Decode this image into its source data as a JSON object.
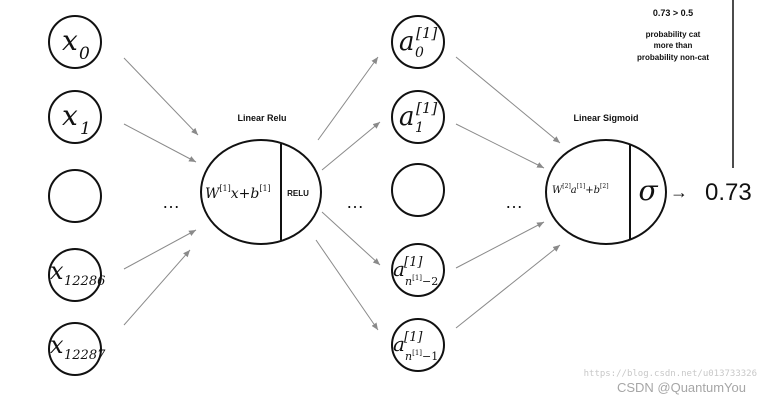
{
  "input_layer": {
    "x0": {
      "base": "x",
      "sub": "0"
    },
    "x1": {
      "base": "x",
      "sub": "1"
    },
    "x12286": {
      "base": "x",
      "sub": "12286"
    },
    "x12287": {
      "base": "x",
      "sub": "12287"
    }
  },
  "hidden_layer": {
    "a0": {
      "base": "a",
      "sup": "[1]",
      "sub": "0"
    },
    "a1": {
      "base": "a",
      "sup": "[1]",
      "sub": "1"
    },
    "an2": {
      "base": "a",
      "sup": "[1]",
      "sub_base": "n",
      "sub_sup": "[1]",
      "sub_suffix": "−2"
    },
    "an1": {
      "base": "a",
      "sup": "[1]",
      "sub_base": "n",
      "sub_sup": "[1]",
      "sub_suffix": "−1"
    }
  },
  "ellipsis": "…",
  "unit1": {
    "label": "Linear Relu",
    "W": "W",
    "W_sup": "[1]",
    "x": "x",
    "plus": "+",
    "b": "b",
    "b_sup": "[1]",
    "activation": "RELU"
  },
  "unit2": {
    "label": "Linear Sigmoid",
    "W": "W",
    "W_sup": "[2]",
    "a": "a",
    "a_sup": "[1]",
    "plus": "+",
    "b": "b",
    "b_sup": "[2]",
    "activation": "σ"
  },
  "output": {
    "arrow": "→",
    "value": "0.73"
  },
  "annotation": {
    "comparison": "0.73 > 0.5",
    "line1": "probability cat",
    "line2": "more than",
    "line3": "probability non-cat"
  },
  "watermark": {
    "url": "https://blog.csdn.net/u013733326",
    "brand": "CSDN @QuantumYou"
  }
}
